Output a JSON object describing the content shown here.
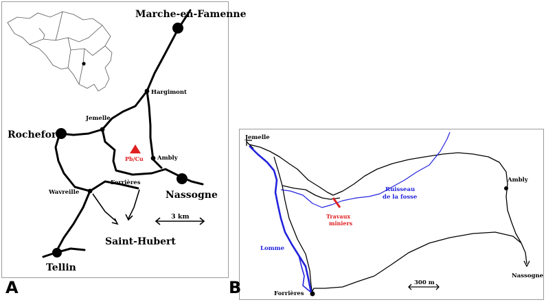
{
  "panel_a": {
    "letter": "A",
    "towns": {
      "marche": "Marche-en-Famenne",
      "hargimont": "Hargimont",
      "jemelle": "Jemelle",
      "rochefort": "Rochefort",
      "ambly": "Ambly",
      "forrieres": "Forrières",
      "wavreille": "Wavreille",
      "nassogne": "Nassogne",
      "saint_hubert": "Saint-Hubert",
      "tellin": "Tellin"
    },
    "deposit_label": "Pb/Cu",
    "scale_label": "3 km",
    "colors": {
      "deposit": "#e02020",
      "roads": "#000000"
    }
  },
  "panel_b": {
    "letter": "B",
    "places": {
      "jemelle": "Jemelle",
      "ambly": "Ambly",
      "nassogne": "Nassogne",
      "forrieres": "Forrières"
    },
    "stream_label_1": "Ruisseau",
    "stream_label_2": "de la fosse",
    "river_label": "Lomme",
    "works_label_1": "Travaux",
    "works_label_2": "miniers",
    "scale_label": "300 m",
    "colors": {
      "water": "#2222dd",
      "works": "#e02020",
      "roads": "#000000"
    }
  }
}
